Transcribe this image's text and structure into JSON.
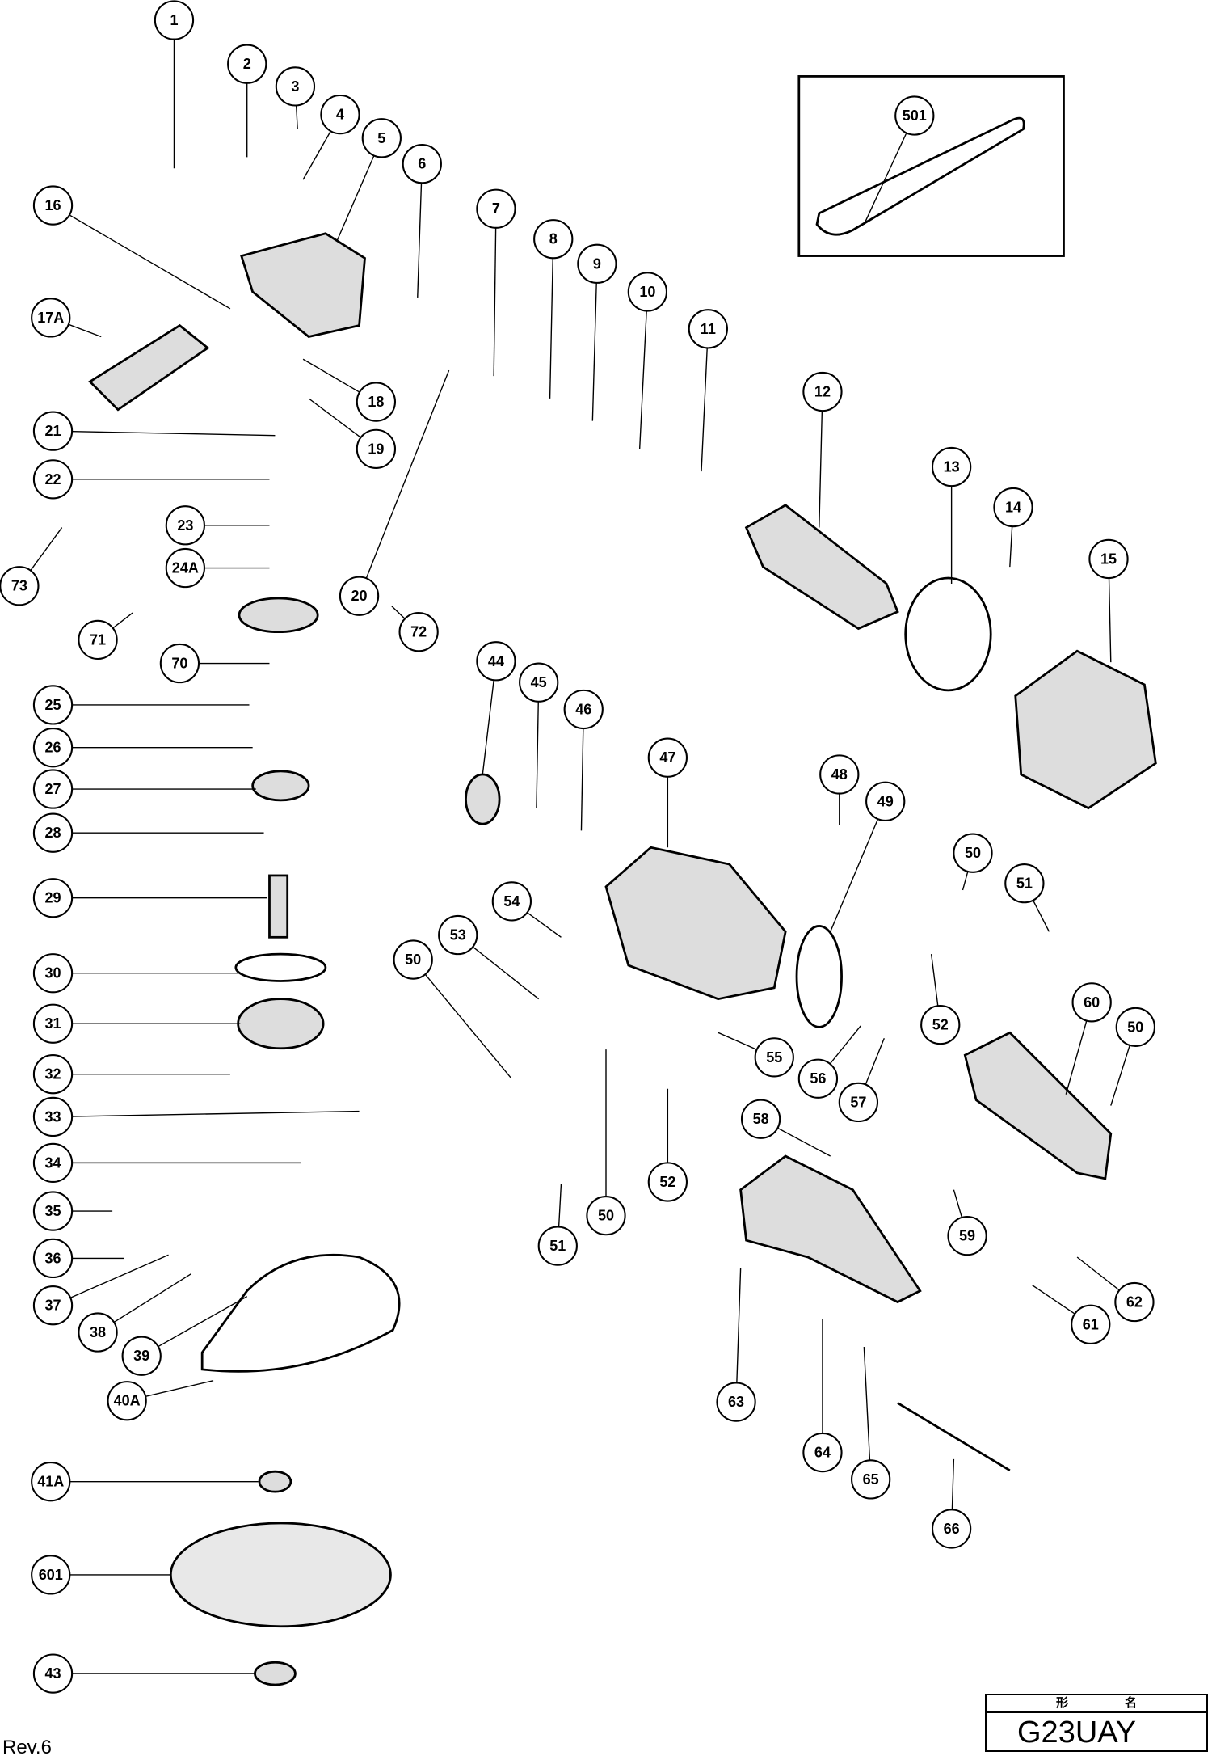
{
  "diagram": {
    "parts": [
      "1",
      "2",
      "3",
      "4",
      "5",
      "6",
      "7",
      "8",
      "9",
      "10",
      "11",
      "12",
      "13",
      "14",
      "15",
      "16",
      "17A",
      "18",
      "19",
      "20",
      "21",
      "22",
      "23",
      "24A",
      "25",
      "26",
      "27",
      "28",
      "29",
      "30",
      "31",
      "32",
      "33",
      "34",
      "35",
      "36",
      "37",
      "38",
      "39",
      "40A",
      "41A",
      "601",
      "43",
      "44",
      "45",
      "46",
      "47",
      "48",
      "49",
      "50",
      "51",
      "52",
      "53",
      "54",
      "55",
      "56",
      "57",
      "58",
      "59",
      "60",
      "61",
      "62",
      "63",
      "64",
      "65",
      "66",
      "70",
      "71",
      "72",
      "73",
      "501"
    ],
    "revision": "Rev.6",
    "title_block": {
      "header_left": "形",
      "header_right": "名",
      "model": "G23UAY"
    }
  }
}
